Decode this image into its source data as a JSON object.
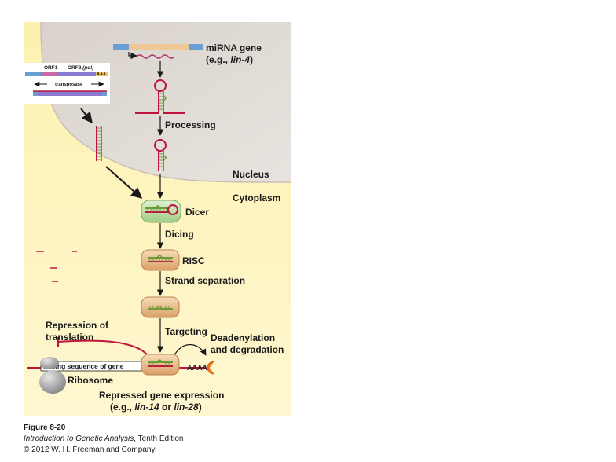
{
  "labels": {
    "mirna_gene": "miRNA gene",
    "mirna_eg_prefix": "(e.g., ",
    "mirna_eg_gene": "lin-4",
    "mirna_eg_suffix": ")",
    "orf1": "ORF1",
    "orf2": "ORF2",
    "orf2_pol": "(pol)",
    "aaa_top": "AAA",
    "transposase": "transposase",
    "processing": "Processing",
    "nucleus": "Nucleus",
    "cytoplasm": "Cytoplasm",
    "dicer": "Dicer",
    "dicing": "Dicing",
    "risc": "RISC",
    "strand_separation": "Strand separation",
    "targeting": "Targeting",
    "repression_line1": "Repression of",
    "repression_line2": "translation",
    "deadenylation_line1": "Deadenylation",
    "deadenylation_line2": "and degradation",
    "coding_sequence": "Coding sequence of gene",
    "aaaa": "AAAA",
    "ribosome": "Ribosome",
    "repressed_line1": "Repressed gene expression",
    "repressed_line2_prefix": "(e.g., ",
    "repressed_gene1": "lin-14",
    "repressed_or": " or ",
    "repressed_gene2": "lin-28",
    "repressed_line2_suffix": ")"
  },
  "caption": {
    "figure": "Figure 8-20",
    "book_title": "Introduction to Genetic Analysis",
    "edition": ", Tenth Edition",
    "copyright": "© 2012 W. H. Freeman and Company"
  },
  "colors": {
    "cytoplasm_bg": "#fdf3b4",
    "nucleus_bg": "#e2dcd6",
    "rna_red": "#c0143c",
    "rna_green": "#6a9a3a",
    "dicer_fill": "#c4e0b4",
    "risc_fill": "#ecc394",
    "ribosome_gray": "#a6a6a6",
    "exonuclease_orange": "#f07a1e"
  }
}
